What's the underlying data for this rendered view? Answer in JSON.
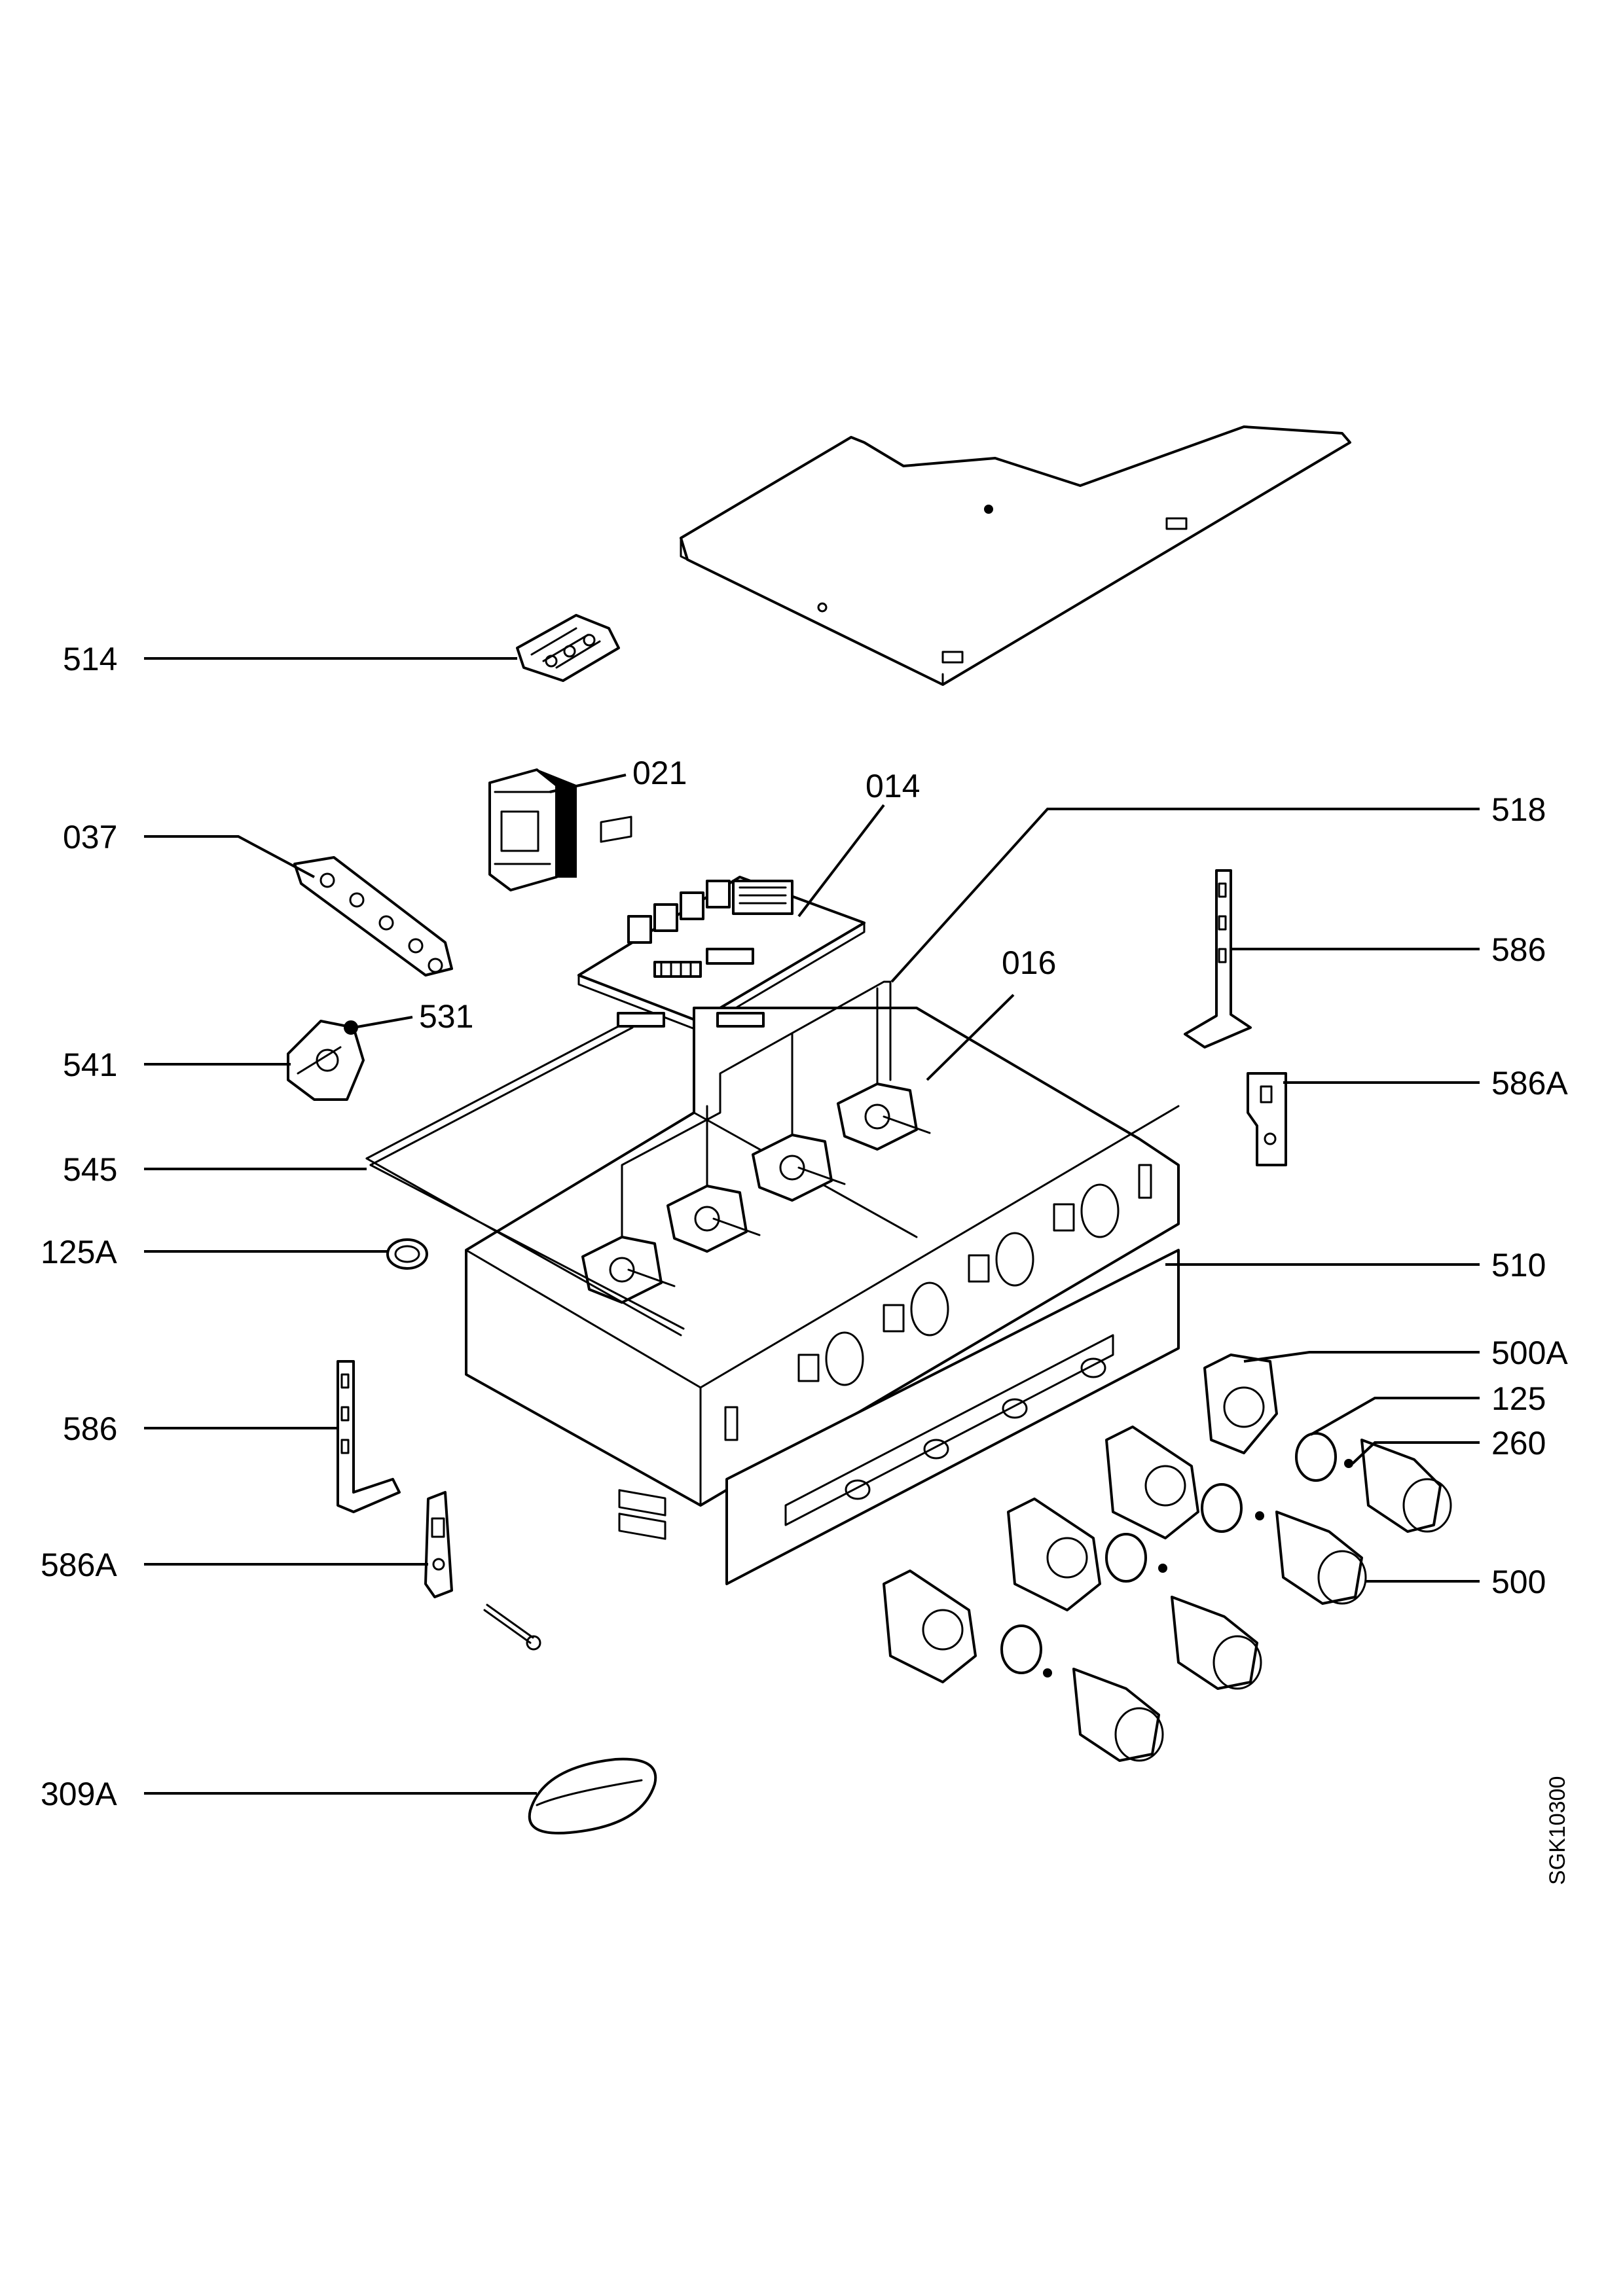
{
  "callouts": {
    "c514": "514",
    "c021": "021",
    "c014": "014",
    "c037": "037",
    "c518": "518",
    "c586_right": "586",
    "c016": "016",
    "c531": "531",
    "c541": "541",
    "c586A_right": "586A",
    "c545": "545",
    "c125A": "125A",
    "c510": "510",
    "c500A": "500A",
    "c125": "125",
    "c260": "260",
    "c586_left": "586",
    "c586A_left": "586A",
    "c500": "500",
    "c309A": "309A"
  },
  "drawing_code": "SGK10300"
}
